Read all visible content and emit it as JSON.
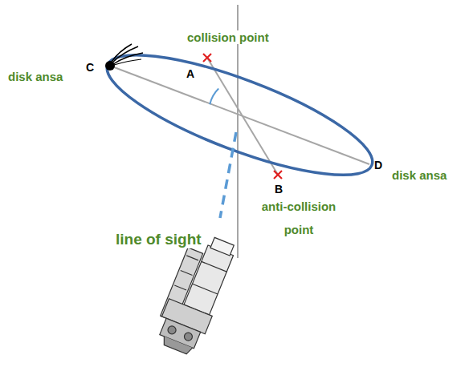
{
  "diagram": {
    "labels": [
      "collision point",
      "A",
      "disk ansa",
      "C",
      "D",
      "disk ansa",
      "B",
      "anti-collision point",
      "line of sight"
    ]
  }
}
